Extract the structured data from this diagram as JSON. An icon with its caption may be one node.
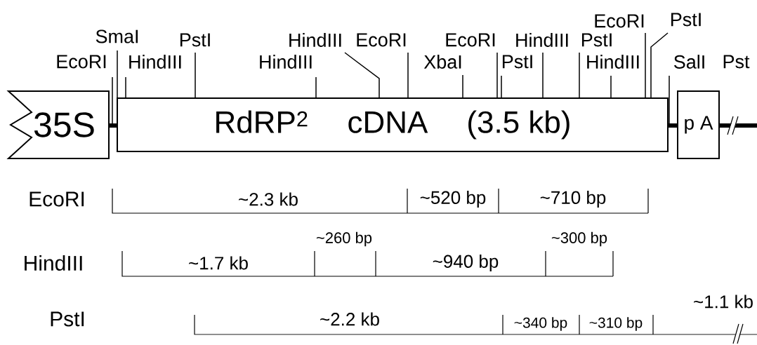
{
  "diagram": {
    "nodes": [
      {
        "text": [
          "35S"
        ]
      },
      {
        "text": [
          "RdRP$^{2}$",
          "cDNA",
          "(3.5 kb)"
        ]
      },
      {
        "text": [
          "p A"
        ]
      },
      {
        "text": [
          "EcoRI"
        ]
      },
      {
        "text": [
          "SmaI"
        ]
      },
      {
        "text": [
          "HindIII"
        ]
      },
      {
        "text": [
          "PstI"
        ]
      },
      {
        "text": [
          "HindIII"
        ]
      },
      {
        "text": [
          "HindIII"
        ]
      },
      {
        "text": [
          "EcoRI"
        ]
      },
      {
        "text": [
          "XbaI"
        ]
      },
      {
        "text": [
          "EcoRI"
        ]
      },
      {
        "text": [
          "PstI"
        ]
      },
      {
        "text": [
          "HindIII"
        ]
      },
      {
        "text": [
          "PstI"
        ]
      },
      {
        "text": [
          "HindIII"
        ]
      },
      {
        "text": [
          "EcoRI"
        ]
      },
      {
        "text": [
          "PstI"
        ]
      },
      {
        "text": [
          "SalI"
        ]
      }
    ],
    "edges": [
      {
        "from": 0,
        "to": 1,
        "arrow": "none",
        "style": "thick"
      },
      {
        "from": 1,
        "to": 2,
        "arrow": "none",
        "style": "thick"
      },
      {
        "from": 2,
        "to": null,
        "arrow": "none",
        "style": "thick"
      },
      {
        "from": 3,
        "to": 0,
        "arrow": "none"
      },
      {
        "from": 4,
        "to": 1,
        "arrow": "none"
      },
      {
        "from": 5,
        "to": 1,
        "arrow": "none"
      },
      {
        "from": 6,
        "to": 1,
        "arrow": "none"
      },
      {
        "from": 7,
        "to": 1,
        "arrow": "none"
      },
      {
        "from": 8,
        "to": 1,
        "arrow": "none"
      },
      {
        "from": 9,
        "to": 1,
        "arrow": "none"
      },
      {
        "from": 10,
        "to": 1,
        "arrow": "none"
      },
      {
        "from": 11,
        "to": 1,
        "arrow": "none"
      },
      {
        "from": 12,
        "to": 1,
        "arrow": "none"
      },
      {
        "from": 13,
        "to": 1,
        "arrow": "none"
      },
      {
        "from": 14,
        "to": 1,
        "arrow": "none"
      },
      {
        "from": 15,
        "to": 1,
        "arrow": "none"
      },
      {
        "from": 16,
        "to": 1,
        "arrow": "none"
      },
      {
        "from": 17,
        "to": 1,
        "arrow": "none"
      },
      {
        "from": 18,
        "to": 1,
        "arrow": "none"
      }
    ],
    "labels": [
      "Pst",
      "EcoRI",
      "~2.3 kb",
      "~520 bp",
      "~710 bp",
      "~260 bp",
      "~300 bp",
      "HindIII",
      "~1.7 kb",
      "~940 bp",
      "~1.1 kb",
      "PstI",
      "~2.2 kb",
      "~340 bp",
      "~310 bp"
    ]
  }
}
